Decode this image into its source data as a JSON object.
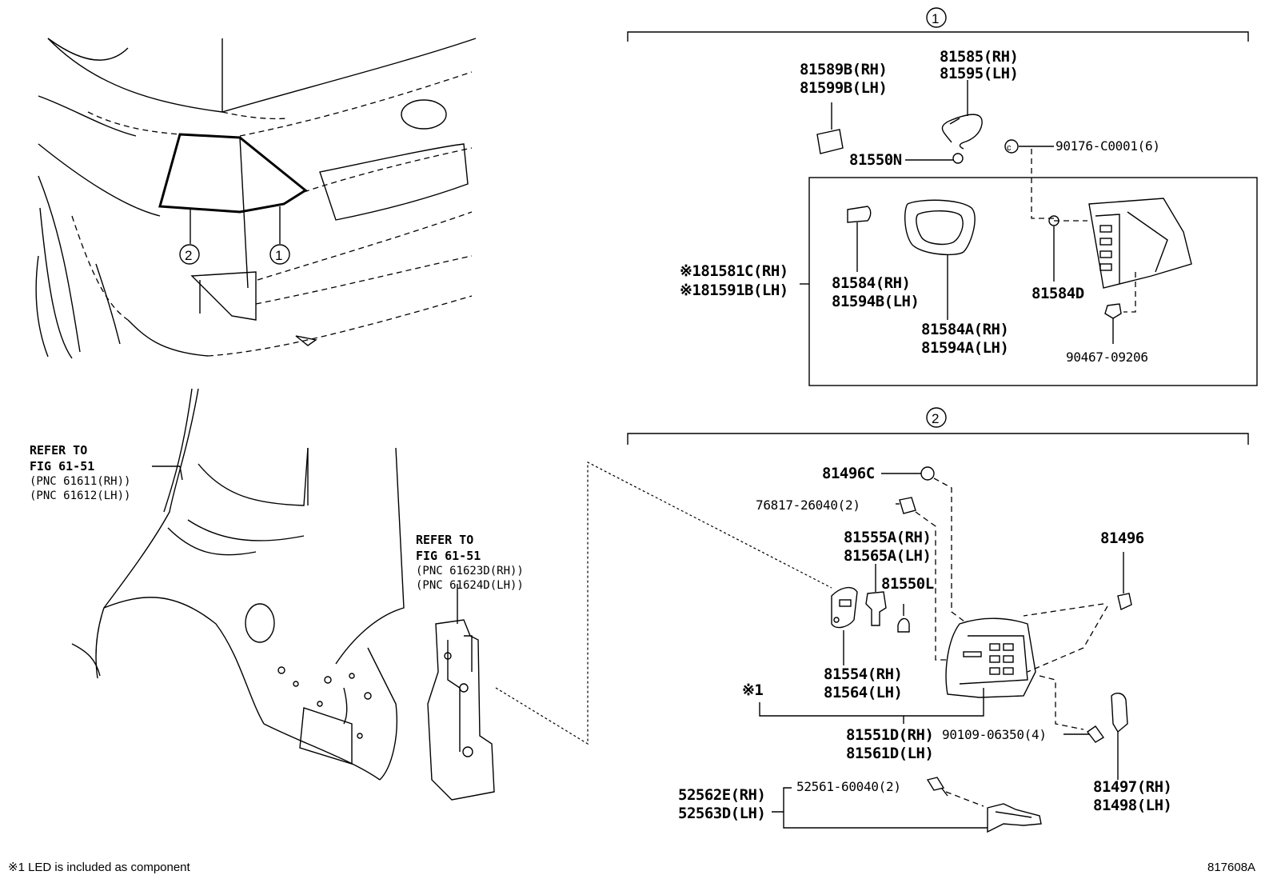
{
  "callouts": {
    "one": "1",
    "two": "2"
  },
  "group1": {
    "p81589": "81589B(RH)",
    "p81599": "81599B(LH)",
    "p81585": "81585(RH)",
    "p81595": "81595(LH)",
    "p81550n": "81550N",
    "p90176": "90176-C0001(6)",
    "p81581": "※181581C(RH)",
    "p81591": "※181591B(LH)",
    "p81584": "81584(RH)",
    "p81594b": "81594B(LH)",
    "p81584a": "81584A(RH)",
    "p81594a": "81594A(LH)",
    "p81584d": "81584D",
    "p90467": "90467-09206"
  },
  "group2": {
    "p81496c": "81496C",
    "p76817": "76817-26040(2)",
    "p81555a": "81555A(RH)",
    "p81565a": "81565A(LH)",
    "p81550l": "81550L",
    "p81496": "81496",
    "p81554": "81554(RH)",
    "p81564": "81564(LH)",
    "mark1": "※1",
    "p81551d": "81551D(RH)",
    "p81561d": "81561D(LH)",
    "p90109": "90109-06350(4)",
    "p81497": "81497(RH)",
    "p81498": "81498(LH)",
    "p52562": "52562E(RH)",
    "p52563": "52563D(LH)",
    "p52561": "52561-60040(2)"
  },
  "refer1": {
    "line1": "REFER TO",
    "line2": "FIG 61-51",
    "line3": "(PNC 61611(RH))",
    "line4": "(PNC 61612(LH))"
  },
  "refer2": {
    "line1": "REFER TO",
    "line2": "FIG 61-51",
    "line3": "(PNC 61623D(RH))",
    "line4": "(PNC 61624D(LH))"
  },
  "footnote": "※1 LED is included as component",
  "figure_id": "817608A"
}
